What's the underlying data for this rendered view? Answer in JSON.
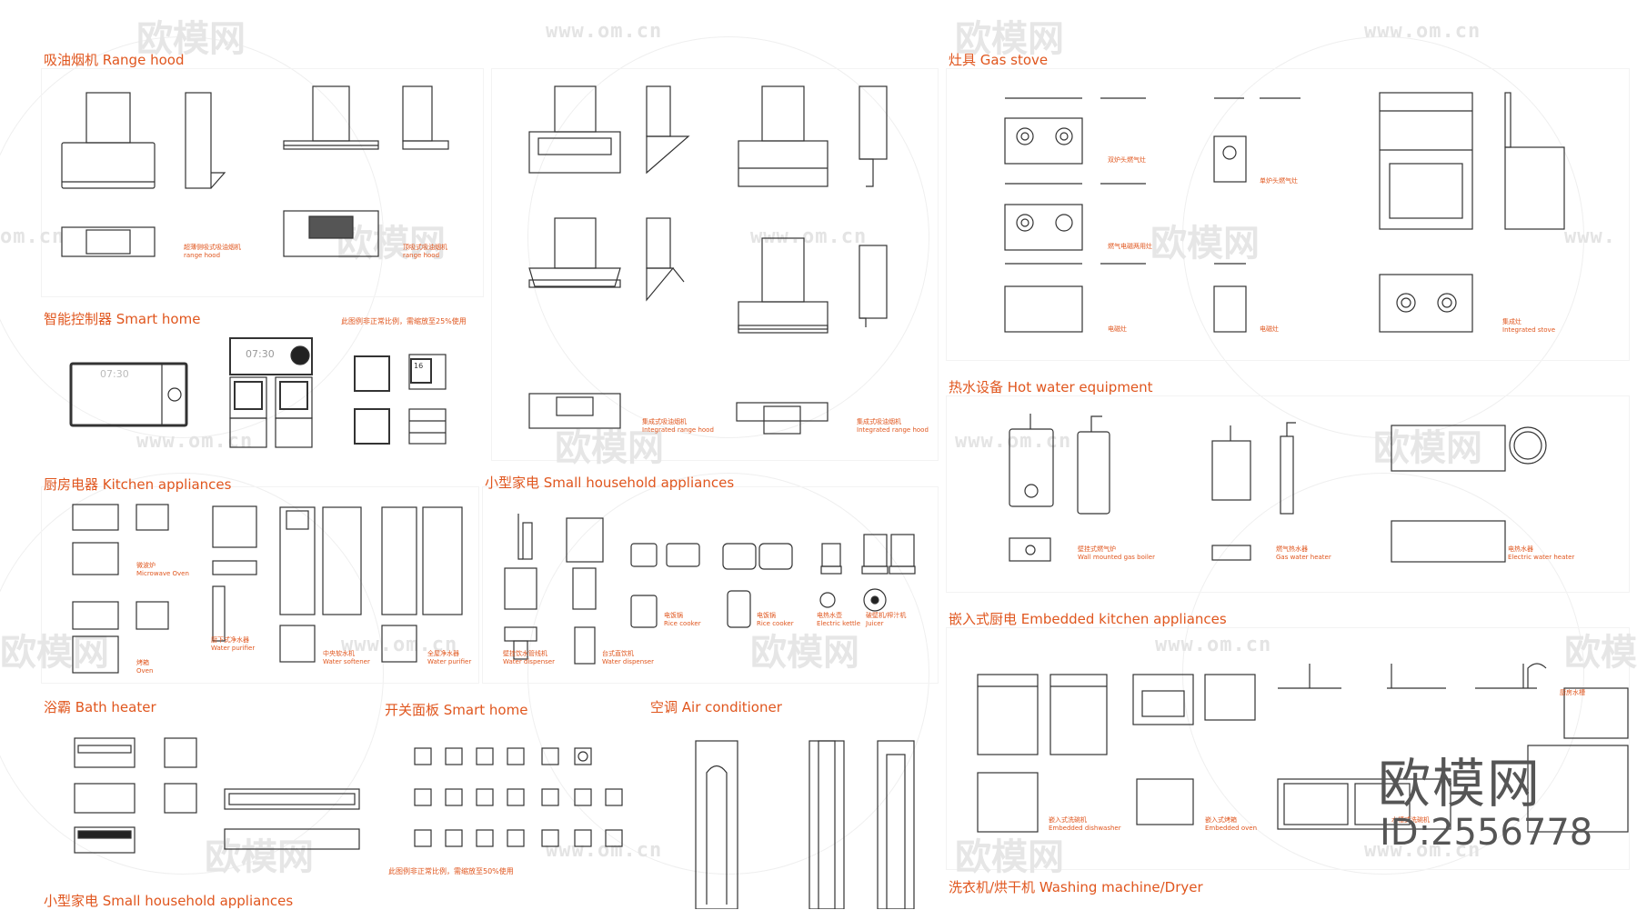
{
  "sections": {
    "range_hood": "吸油烟机 Range hood",
    "smart_home_ctrl": "智能控制器 Smart home",
    "kitchen": "厨房电器 Kitchen appliances",
    "small_household_1": "小型家电 Small household appliances",
    "bath_heater": "浴霸 Bath heater",
    "switch_panel": "开关面板 Smart home",
    "air_conditioner": "空调 Air conditioner",
    "small_household_2": "小型家电 Small household appliances",
    "gas_stove": "灶具 Gas stove",
    "hot_water": "热水设备 Hot water equipment",
    "embedded": "嵌入式厨电 Embedded kitchen appliances",
    "washer": "洗衣机/烘干机 Washing machine/Dryer"
  },
  "captions": {
    "hood1": "超薄侧吸式吸油烟机\nrange hood",
    "hood2": "顶吸式吸油烟机\nrange hood",
    "integrated1": "集成式吸油烟机\nIntegrated range hood",
    "integrated2": "集成式吸油烟机\nIntegrated range hood",
    "microwave": "微波炉\nMicrowave Oven",
    "oven": "烤箱\nOven",
    "under_purifier": "厨下式净水器\nWater purifier",
    "softener": "中央软水机\nWater softener",
    "whole_purifier": "全屋净水器\nWater purifier",
    "wall_dispenser": "壁挂饮水管线机\nWater dispenser",
    "desk_dispenser": "台式直饮机\nWater dispenser",
    "rice_cooker_a": "电饭锅\nRice cooker",
    "rice_cooker_b": "电饭锅\nRice cooker",
    "kettle": "电热水壶\nElectric kettle",
    "blender": "破壁机/榨汁机\nJuicer",
    "double_stove": "双炉头燃气灶",
    "single_stove": "单炉头燃气灶",
    "gas_induction": "燃气电磁两用灶",
    "induction_a": "电磁灶",
    "induction_b": "电磁灶",
    "integrated_stove": "集成灶\nIntegrated stove",
    "gas_boiler": "壁挂式燃气炉\nWall mounted gas boiler",
    "gas_water_heater": "燃气热水器\nGas water heater",
    "electric_water_heater": "电热水器\nElectric water heater",
    "embedded_dishwasher": "嵌入式洗碗机\nEmbedded dishwasher",
    "embedded_oven": "嵌入式烤箱\nEmbedded oven",
    "sink_faucet": "厨房水槽",
    "sink_dishwasher": "水槽式洗碗机"
  },
  "notes": {
    "smart_scale": "此图例非正常比例，需缩放至25%使用",
    "switch_scale": "此图例非正常比例，需缩放至50%使用"
  },
  "screen_texts": {
    "clock_big": "07:30",
    "clock_small": "07:30",
    "thermo": "16"
  },
  "watermark": {
    "logo": "欧模网",
    "url": "www.om.cn",
    "url_left": "om.cn",
    "url_right": "www."
  },
  "brand": {
    "name": "欧模网",
    "id": "ID:2556778"
  },
  "colors": {
    "accent": "#e0561e",
    "line": "#333333",
    "watermark": "#e4e4e4"
  }
}
